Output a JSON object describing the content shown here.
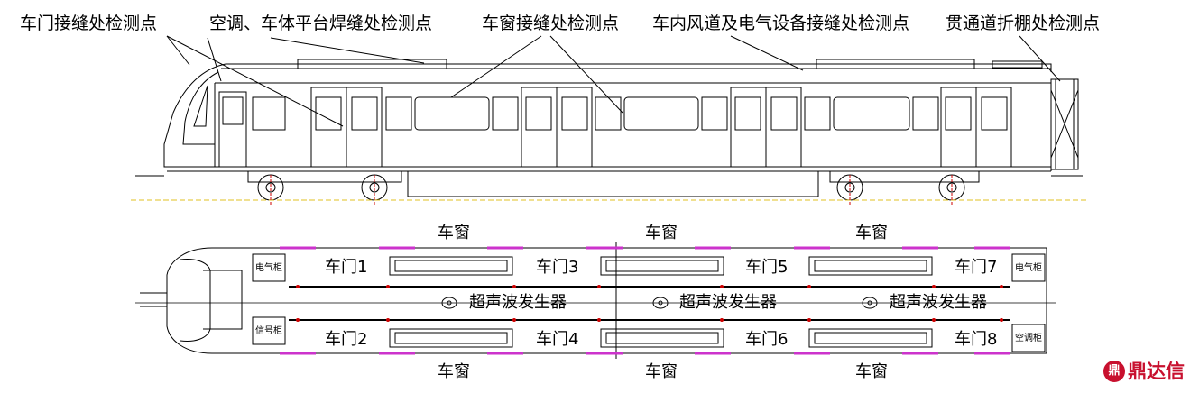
{
  "callouts": {
    "door_joint": "车门接缝处检测点",
    "ac_platform_weld": "空调、车体平台焊缝处检测点",
    "window_joint": "车窗接缝处检测点",
    "duct_equipment_joint": "车内风道及电气设备接缝处检测点",
    "gangway_bellows": "贯通道折棚处检测点"
  },
  "plan": {
    "window_label": "车窗",
    "doors": [
      "车门1",
      "车门2",
      "车门3",
      "车门4",
      "车门5",
      "车门6",
      "车门7",
      "车门8"
    ],
    "ultrasonic_generator": "超声波发生器",
    "cabinets": {
      "electrical": "电气柜",
      "signal": "信号柜",
      "air_conditioning": "空调柜"
    }
  },
  "logo": {
    "mark": "鼎",
    "text": "鼎达信",
    "color": "#c8102e"
  },
  "colors": {
    "window_marker": "#cc33cc",
    "center_dash": "#cc0000",
    "rail_yellow": "#e0c020"
  }
}
